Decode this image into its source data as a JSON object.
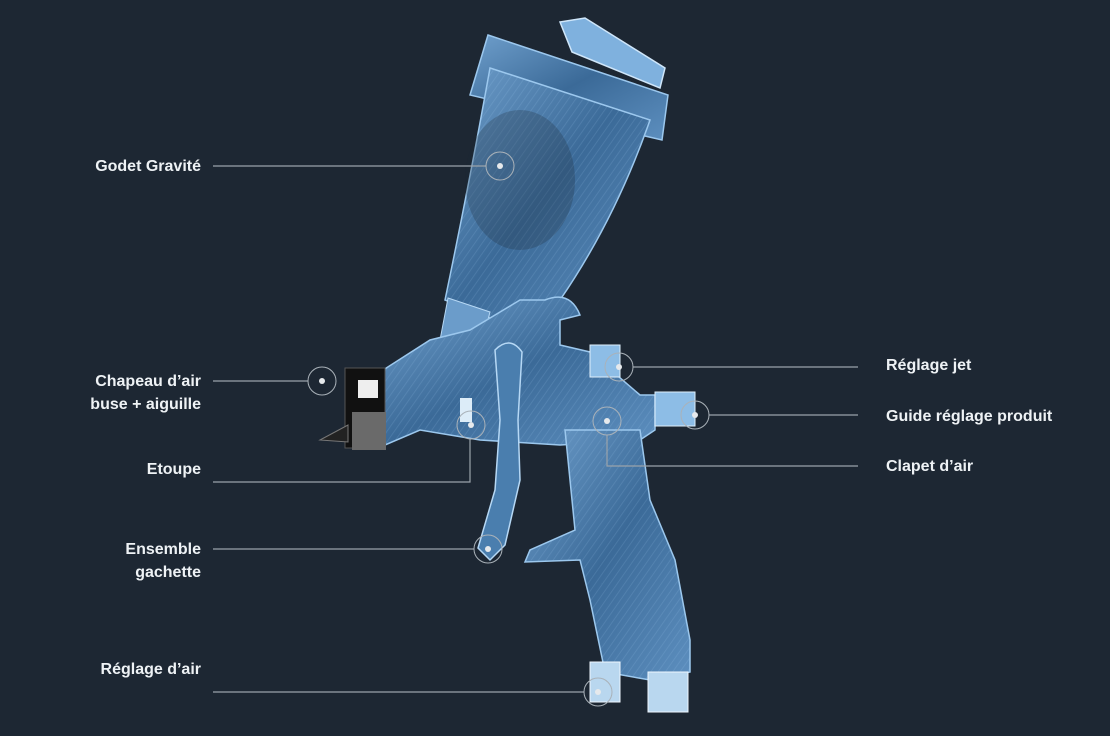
{
  "colors": {
    "background": "#1d2733",
    "gun_fill": "#3f6f9c",
    "gun_light": "#9cc8ee",
    "leader": "#9aa3ab",
    "label": "#eef2f5"
  },
  "labels": {
    "godet": "Godet Gravité",
    "chapeau_1": "Chapeau d’air",
    "chapeau_2": "buse + aiguille",
    "etoupe": "Etoupe",
    "ensemble_1": "Ensemble",
    "ensemble_2": "gachette",
    "reglage_air": "Réglage d’air",
    "reglage_jet": "Réglage jet",
    "guide": "Guide réglage produit",
    "clapet": "Clapet d’air"
  }
}
